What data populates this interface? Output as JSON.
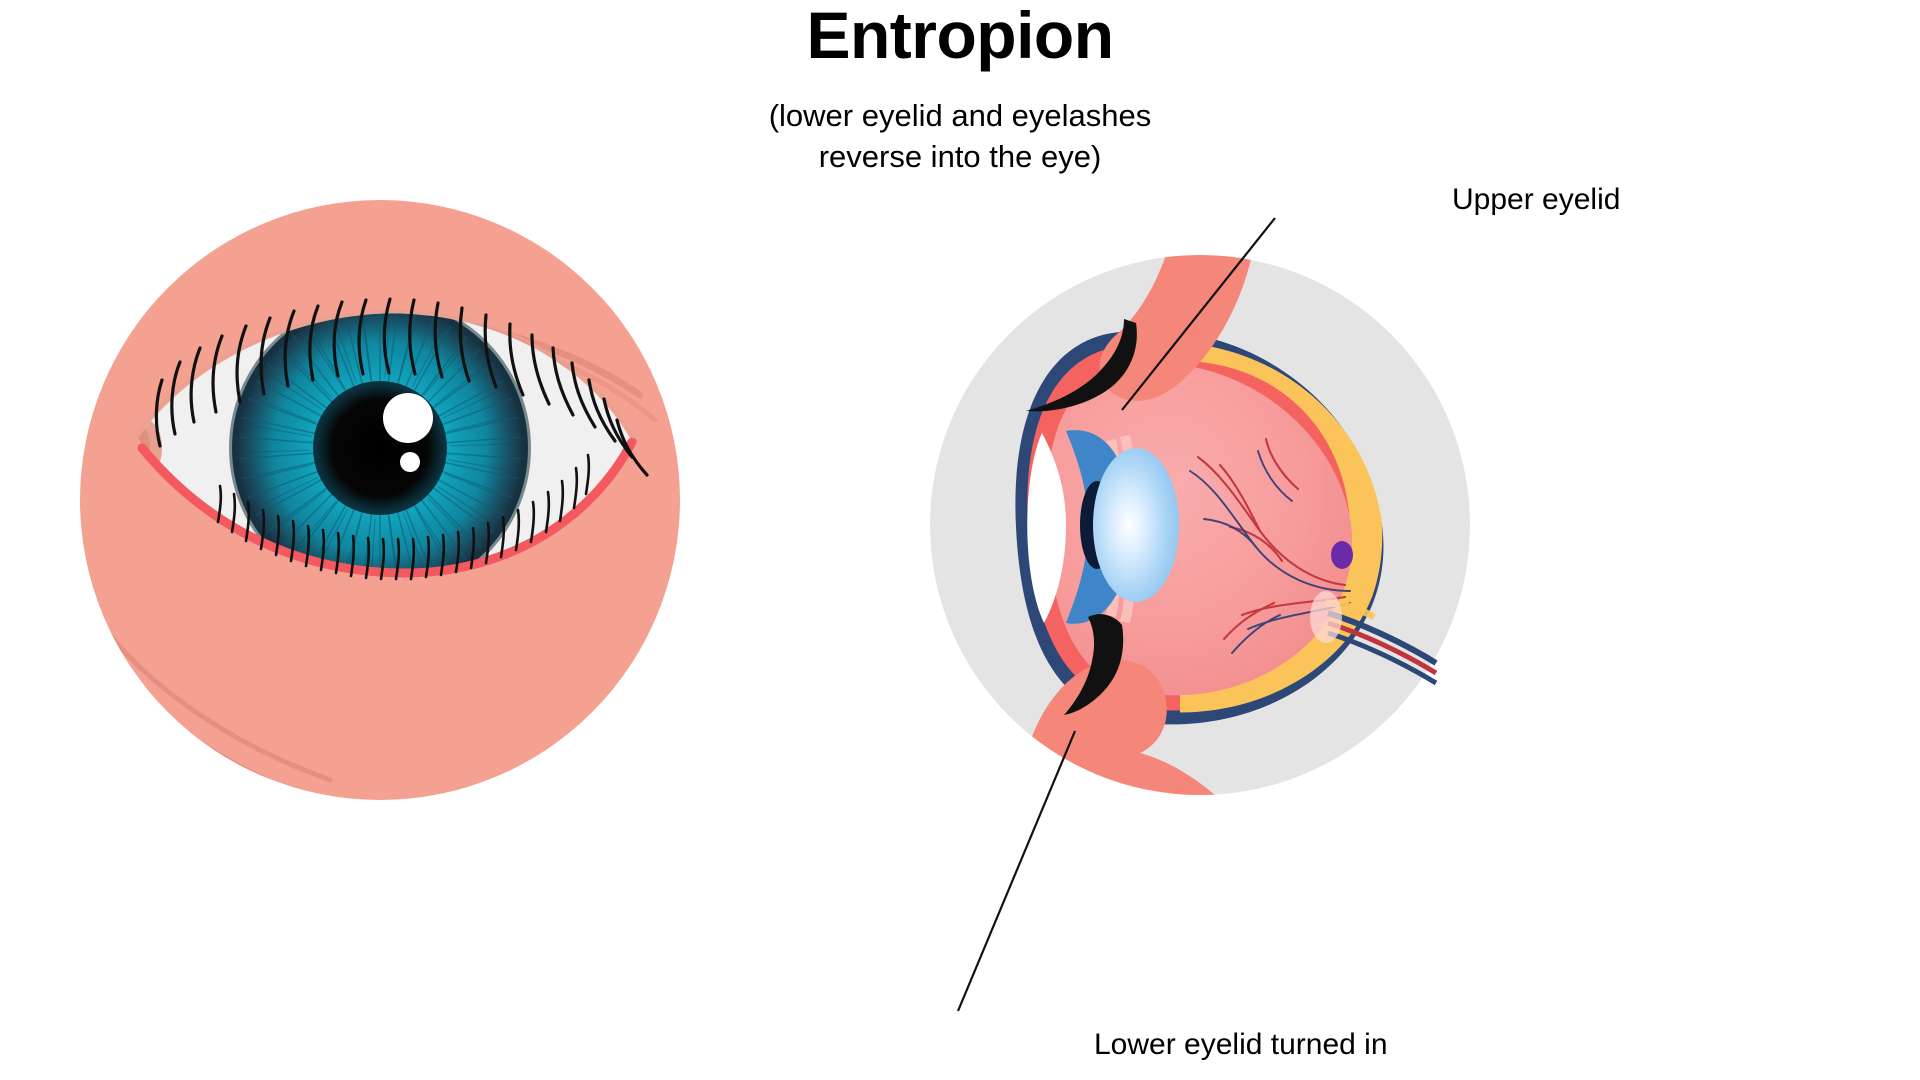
{
  "header": {
    "title": "Entropion",
    "subtitle_line1": "(lower eyelid and eyelashes",
    "subtitle_line2": "reverse into the eye)"
  },
  "labels": {
    "upper_eyelid": "Upper eyelid",
    "lower_eyelid_turned_in": "Lower eyelid turned in"
  },
  "figures": {
    "left": {
      "name": "frontal-eye-view",
      "description": "Front view of an eye showing lower eyelid and eyelashes reversed inward"
    },
    "right": {
      "name": "eye-cross-section",
      "description": "Cross-section of the eye showing the lower eyelid turned in toward the globe"
    }
  },
  "colors": {
    "background": "#ffffff",
    "text": "#000000",
    "skin": "#f4a192",
    "skin_shadow": "#e08a7c",
    "skin_crease": "#dd8979",
    "sclera_white": "#f0f0f0",
    "lid_margin_red": "#f4595f",
    "iris_outer": "#1f4a5c",
    "iris_mid": "#17b0c8",
    "iris_inner": "#0e7e96",
    "pupil": "#0a0a0a",
    "highlight": "#ffffff",
    "lash_black": "#111111",
    "cs_backdrop": "#e4e4e4",
    "cs_sclera_navy": "#2d4777",
    "cs_choroid_red": "#f4635f",
    "cs_vitreous_pink": "#f59a9a",
    "cs_retina_yellow": "#fbc košt"
  },
  "palette": {
    "skin": "#f4a192",
    "skin_dark": "#e08a7c",
    "sclera": "#f0f0f0",
    "red_lid": "#f4595f",
    "iris_dark": "#1b3f52",
    "iris_teal": "#12aec6",
    "pupil": "#080808",
    "lash": "#111111",
    "backdrop_gray": "#e4e4e4",
    "navy": "#2d4777",
    "coral": "#f4635f",
    "pink": "#f79b9b",
    "yellow": "#fbc45a",
    "blue_iris": "#3f86c8",
    "cornea_light": "#bcdcf7",
    "macula": "#6b2aa8",
    "vessel_red": "#d0202a",
    "vessel_navy": "#2a3a74"
  }
}
